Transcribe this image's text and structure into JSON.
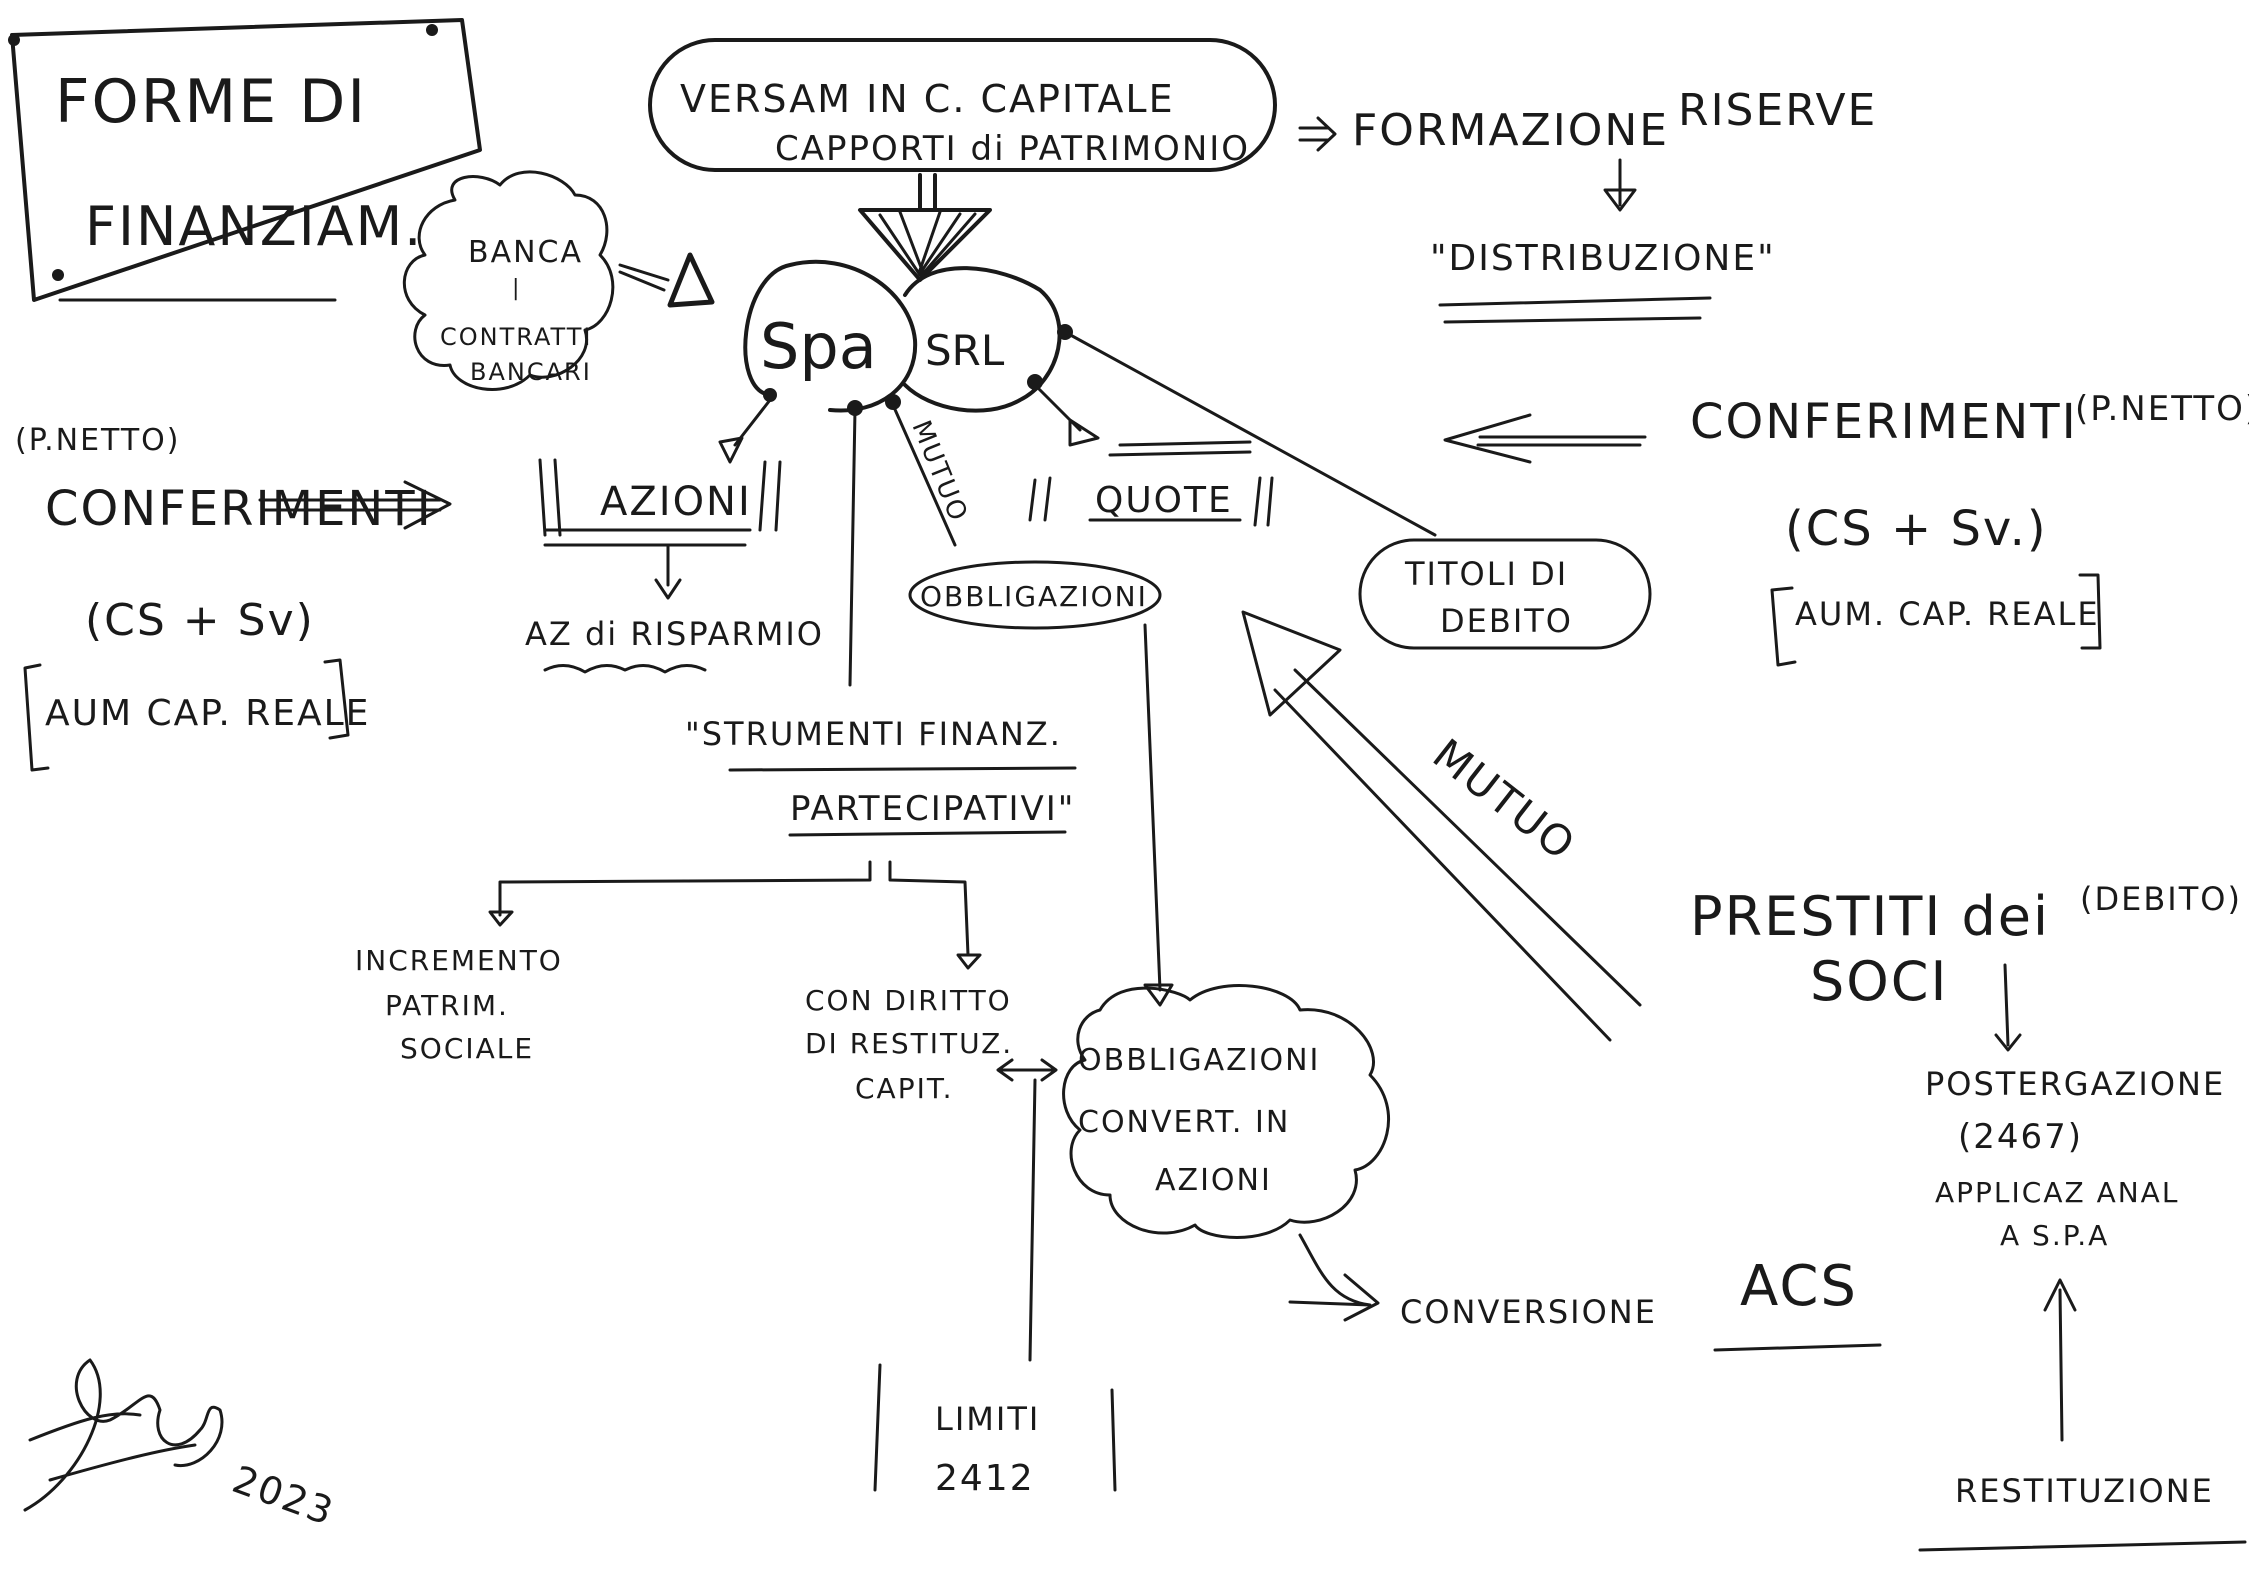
{
  "title": {
    "line1": "FORME DI",
    "line2": "FINANZIAM."
  },
  "top_oval": {
    "line1": "VERSAM IN C. CAPITALE",
    "line2": "CAPPORTI di PATRIMONIO"
  },
  "formazione": "FORMAZIONE",
  "riserve": "RISERVE",
  "distribuzione": "\"DISTRIBUZIONE\"",
  "banca": {
    "line1": "BANCA",
    "line2": "|",
    "line3": "CONTRATTI",
    "line4": "BANCARI"
  },
  "center": {
    "spa": "Spa",
    "srl": "SRL"
  },
  "left_conferimenti": {
    "pnetto": "(P.NETTO)",
    "label": "CONFERIMENTI",
    "formula": "(CS + Sv)",
    "aum": "AUM CAP. REALE"
  },
  "right_conferimenti": {
    "label": "CONFERIMENTI",
    "pnetto": "(P.NETTO)",
    "formula": "(CS + Sv.)",
    "aum": "AUM. CAP. REALE"
  },
  "azioni": "AZIONI",
  "az_risparmio": "AZ di RISPARMIO",
  "mutuo_small": "MUTUO",
  "quote": "QUOTE",
  "obbligazioni": "OBBLIGAZIONI",
  "titoli": {
    "line1": "TITOLI DI",
    "line2": "DEBITO"
  },
  "mutuo_big": "MUTUO",
  "strumenti": {
    "line1": "\"STRUMENTI FINANZ.",
    "line2": "PARTECIPATIVI\""
  },
  "incremento": {
    "line1": "INCREMENTO",
    "line2": "PATRIM.",
    "line3": "SOCIALE"
  },
  "con_diritto": {
    "line1": "CON DIRITTO",
    "line2": "DI RESTITUZ.",
    "line3": "CAPIT."
  },
  "obbl_convert": {
    "line1": "OBBLIGAZIONI",
    "line2": "CONVERT. IN",
    "line3": "AZIONI"
  },
  "conversione": "CONVERSIONE",
  "acs": "ACS",
  "limiti": {
    "line1": "LIMITI",
    "line2": "2412"
  },
  "prestiti": {
    "line1": "PRESTITI dei",
    "line2": "SOCI",
    "debito": "(DEBITO)"
  },
  "postergazione": {
    "line1": "POSTERGAZIONE",
    "line2": "(2467)",
    "line3": "APPLICAZ ANAL",
    "line4": "A S.P.A"
  },
  "restituzione": "RESTITUZIONE",
  "signature": {
    "year": "2023"
  }
}
